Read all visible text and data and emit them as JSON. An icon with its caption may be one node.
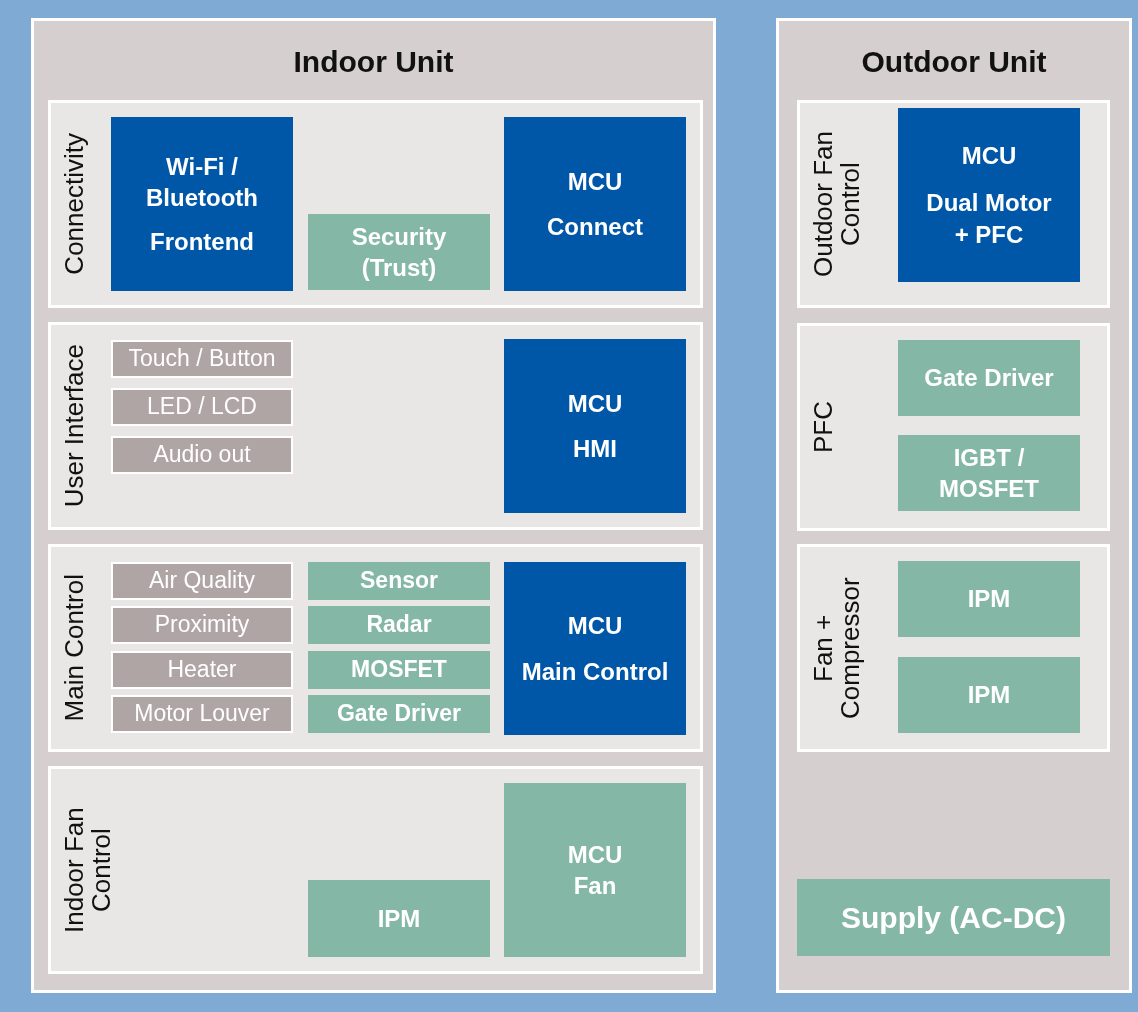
{
  "diagram": {
    "nodes": [
      {
        "text": [
          "Indoor Unit"
        ]
      },
      {
        "text": [
          "Connectivity"
        ],
        "in": 0
      },
      {
        "text": [
          "Wi-Fi / Bluetooth",
          "Frontend"
        ],
        "in": 1
      },
      {
        "text": [
          "Security (Trust)"
        ],
        "in": 1
      },
      {
        "text": [
          "MCU",
          "Connect"
        ],
        "in": 1
      },
      {
        "text": [
          "User Interface"
        ],
        "in": 0
      },
      {
        "text": [
          "Touch / Button"
        ],
        "in": 5
      },
      {
        "text": [
          "LED / LCD"
        ],
        "in": 5
      },
      {
        "text": [
          "Audio out"
        ],
        "in": 5
      },
      {
        "text": [
          "MCU",
          "HMI"
        ],
        "in": 5
      },
      {
        "text": [
          "Main Control"
        ],
        "in": 0
      },
      {
        "text": [
          "Air Quality"
        ],
        "in": 10
      },
      {
        "text": [
          "Proximity"
        ],
        "in": 10
      },
      {
        "text": [
          "Heater"
        ],
        "in": 10
      },
      {
        "text": [
          "Motor Louver"
        ],
        "in": 10
      },
      {
        "text": [
          "Sensor"
        ],
        "in": 10
      },
      {
        "text": [
          "Radar"
        ],
        "in": 10
      },
      {
        "text": [
          "MOSFET"
        ],
        "in": 10
      },
      {
        "text": [
          "Gate Driver"
        ],
        "in": 10
      },
      {
        "text": [
          "MCU",
          "Main Control"
        ],
        "in": 10
      },
      {
        "text": [
          "Indoor Fan Control"
        ],
        "in": 0
      },
      {
        "text": [
          "IPM"
        ],
        "in": 20
      },
      {
        "text": [
          "MCU",
          "Fan"
        ],
        "in": 20
      },
      {
        "text": [
          "Outdoor Unit"
        ]
      },
      {
        "text": [
          "Outdoor Fan Control"
        ],
        "in": 23
      },
      {
        "text": [
          "MCU",
          "Dual Motor + PFC"
        ],
        "in": 24
      },
      {
        "text": [
          "PFC"
        ],
        "in": 23
      },
      {
        "text": [
          "Gate Driver"
        ],
        "in": 26
      },
      {
        "text": [
          "IGBT / MOSFET"
        ],
        "in": 26
      },
      {
        "text": [
          "Fan + Compressor"
        ],
        "in": 23
      },
      {
        "text": [
          "IPM"
        ],
        "in": 29
      },
      {
        "text": [
          "IPM"
        ],
        "in": 29
      },
      {
        "text": [
          "Supply (AC-DC)"
        ],
        "in": 23
      }
    ]
  }
}
